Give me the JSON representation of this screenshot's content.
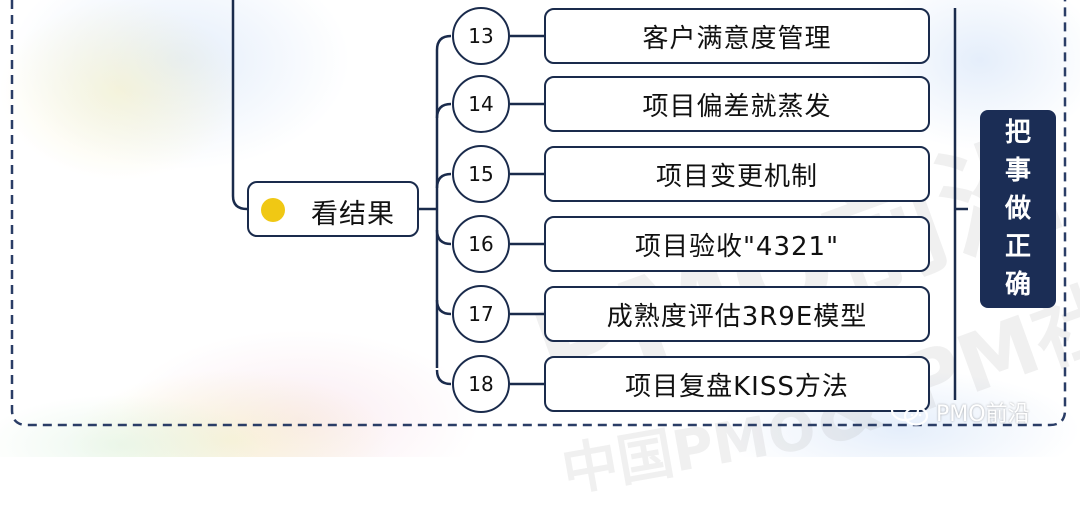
{
  "root": {
    "label": "看结果",
    "dot_color": "#f0c814"
  },
  "items": [
    {
      "num": "13",
      "label": "客户满意度管理"
    },
    {
      "num": "14",
      "label": "项目偏差就蒸发"
    },
    {
      "num": "15",
      "label": "项目变更机制"
    },
    {
      "num": "16",
      "label": "项目验收\"4321\""
    },
    {
      "num": "17",
      "label": "成熟度评估3R9E模型"
    },
    {
      "num": "18",
      "label": "项目复盘KISS方法"
    }
  ],
  "side_label": [
    "把",
    "事",
    "做",
    "正",
    "确"
  ],
  "watermark": {
    "main": "PMO前沿",
    "secondary": "& PM社区",
    "footer": "中国PMO"
  },
  "brand": {
    "icon": "wechat-icon",
    "text": "PMO前沿"
  },
  "colors": {
    "line": "#1a2b4c",
    "dashed_frame": "#2a3d66",
    "side_bg": "#1b2d55"
  }
}
